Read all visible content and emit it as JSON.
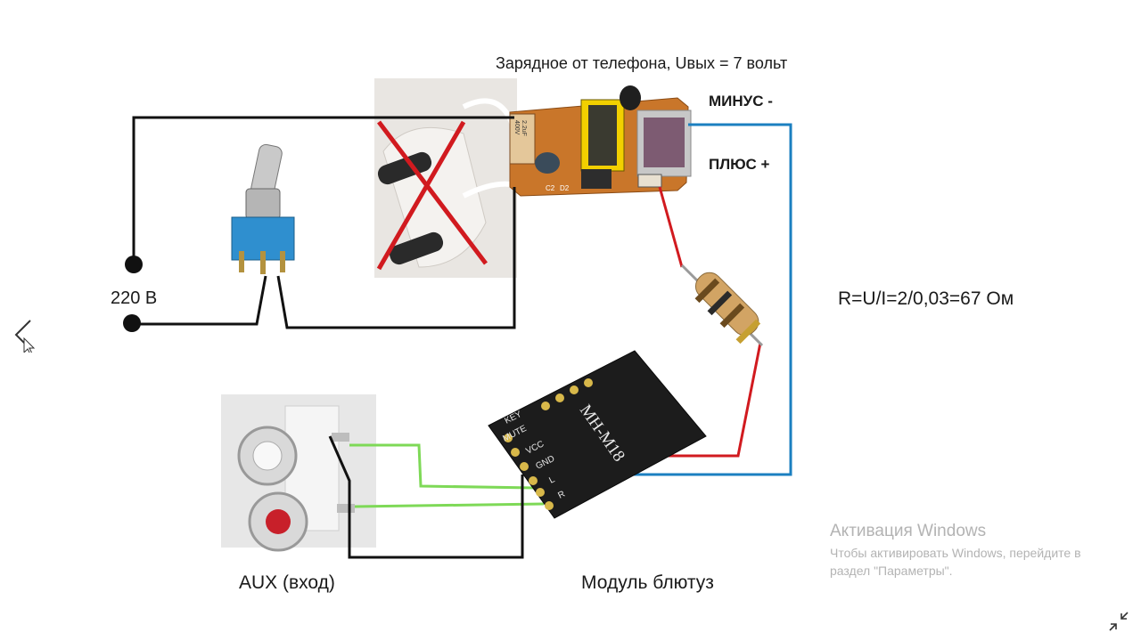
{
  "diagram": {
    "title": "Зарядное от телефона, Uвых = 7 вольт",
    "minus_label": "МИНУС -",
    "plus_label": "ПЛЮС +",
    "mains_label": "220 В",
    "formula": "R=U/I=2/0,03=67 Ом",
    "aux_label": "AUX (вход)",
    "module_label": "Модуль блютуз",
    "module_text": "MH-M18",
    "module_pins": [
      "KEY",
      "MUTE",
      "VCC",
      "GND",
      "L",
      "R"
    ],
    "charger_marks": [
      "2.2uF",
      "400V",
      "C2",
      "D2"
    ]
  },
  "watermark": {
    "title": "Активация Windows",
    "text": "Чтобы активировать Windows, перейдите в раздел \"Параметры\"."
  },
  "colors": {
    "wire_black": "#111111",
    "wire_red": "#d11a1f",
    "wire_blue": "#1b7fc0",
    "wire_green": "#7ed957",
    "pcb": "#c9762a",
    "module_board": "#1c1c1c",
    "switch_blue": "#2f8fcf"
  },
  "icons": {
    "prev": "chevron-left-icon",
    "exit_fullscreen": "exit-fullscreen-icon"
  }
}
